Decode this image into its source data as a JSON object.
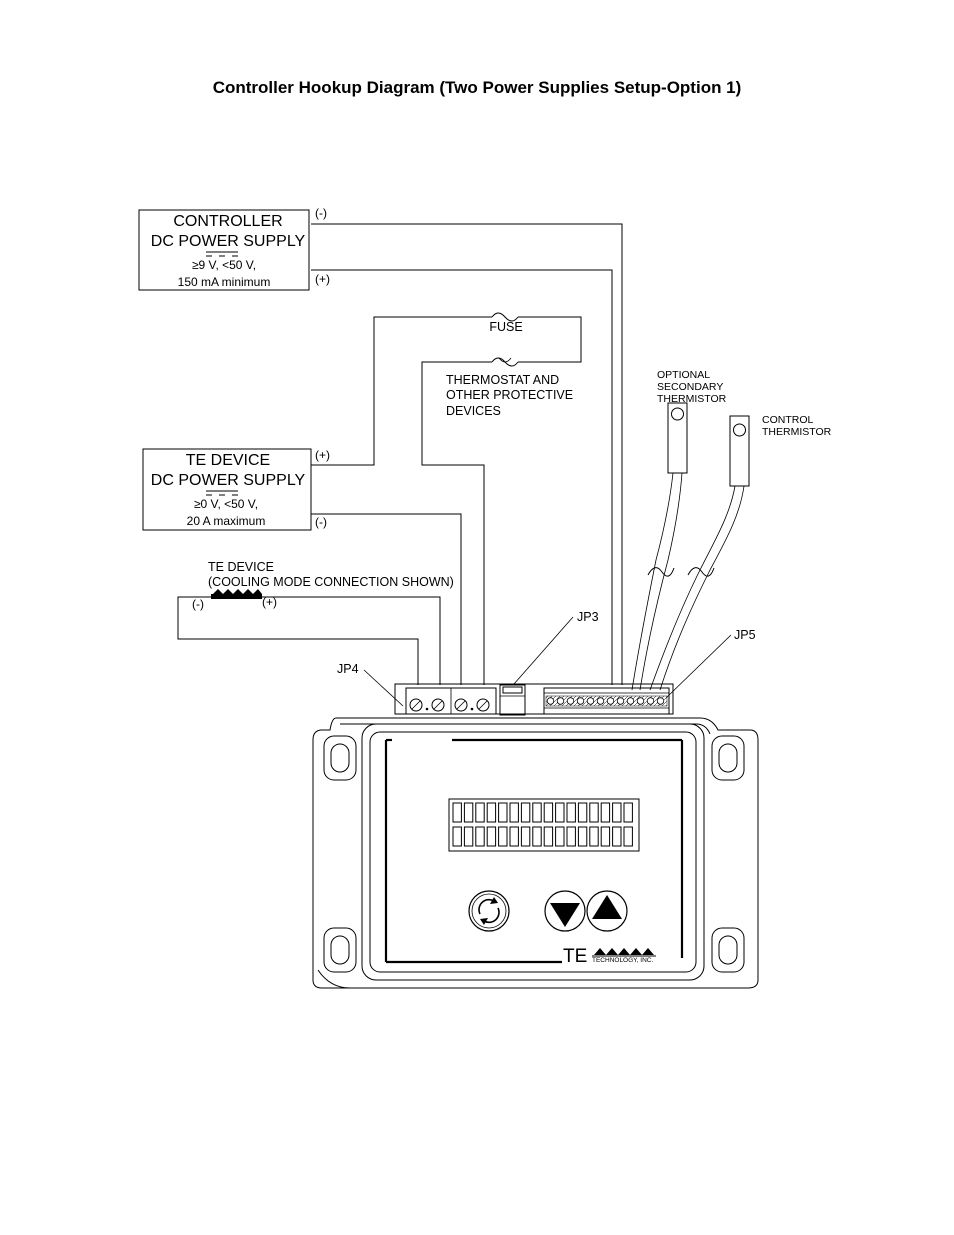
{
  "page": {
    "title": "Controller Hookup Diagram (Two Power Supplies Setup-Option 1)"
  },
  "controller_psu": {
    "line1": "CONTROLLER",
    "line2": "DC POWER SUPPLY",
    "spec1": "≥9 V, <50 V,",
    "spec2": "150 mA minimum",
    "neg": "(-)",
    "pos": "(+)"
  },
  "te_psu": {
    "line1": "TE DEVICE",
    "line2": "DC POWER SUPPLY",
    "spec1": "≥0 V, <50 V,",
    "spec2": "20 A maximum",
    "pos": "(+)",
    "neg": "(-)"
  },
  "fuse": {
    "label": "FUSE"
  },
  "thermostat": {
    "line1": "THERMOSTAT AND",
    "line2": "OTHER PROTECTIVE",
    "line3": "DEVICES"
  },
  "optional_thermistor": {
    "line1": "OPTIONAL",
    "line2": "SECONDARY",
    "line3": "THERMISTOR"
  },
  "control_thermistor": {
    "line1": "CONTROL",
    "line2": "THERMISTOR"
  },
  "te_device": {
    "line1": "TE DEVICE",
    "line2": "(COOLING MODE CONNECTION SHOWN)",
    "neg": "(-)",
    "pos": "(+)"
  },
  "connectors": {
    "jp3": "JP3",
    "jp4": "JP4",
    "jp5": "JP5"
  },
  "logo": {
    "main": "TE",
    "sub": "TECHNOLOGY, INC."
  }
}
